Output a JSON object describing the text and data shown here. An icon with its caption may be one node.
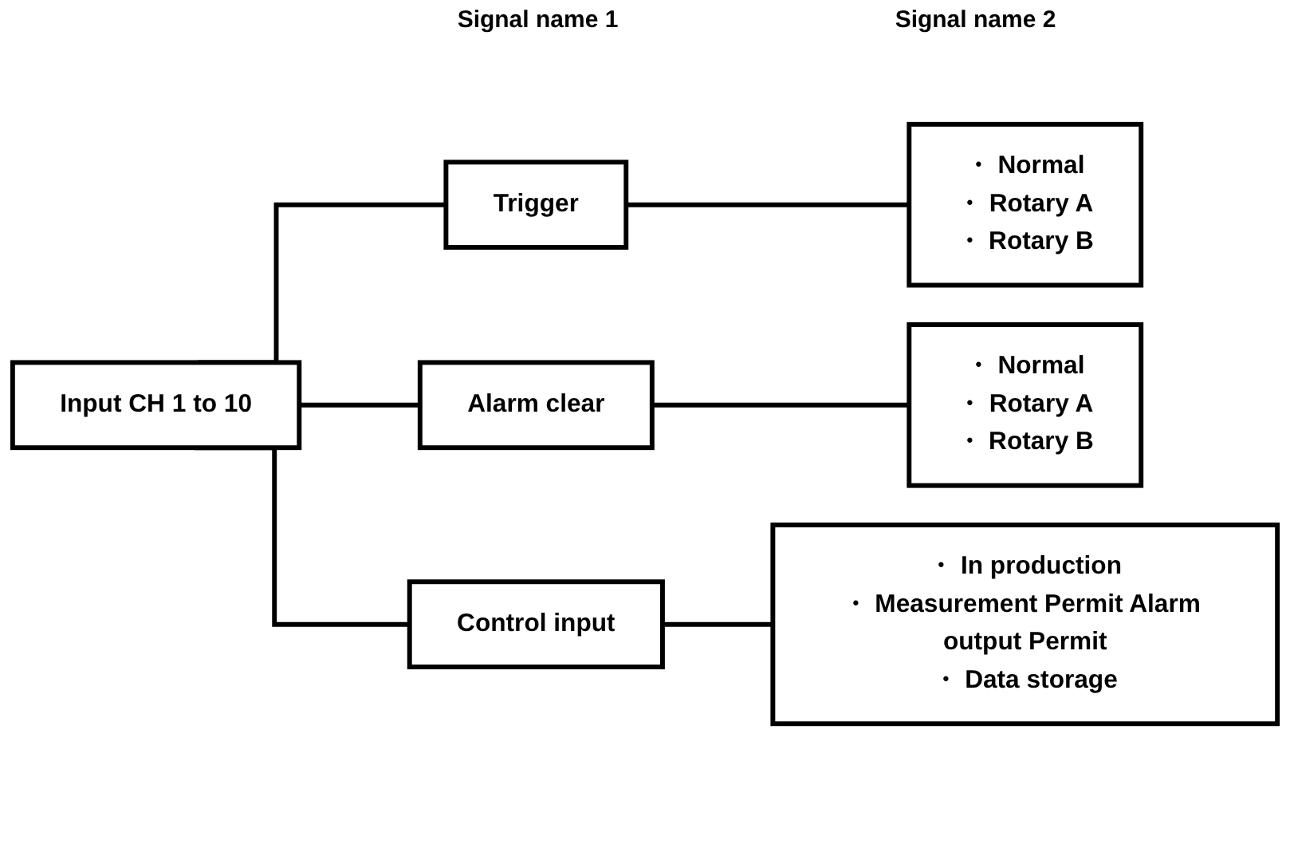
{
  "diagram": {
    "nodes": [
      {
        "text": [
          "Input CH 1 to 10"
        ]
      },
      {
        "text": [
          "Trigger"
        ]
      },
      {
        "text": [
          "Alarm clear"
        ]
      },
      {
        "text": [
          "Control input"
        ]
      },
      {
        "text": [
          "・ Normal",
          "・ Rotary A",
          "・ Rotary B"
        ]
      },
      {
        "text": [
          "・ Normal",
          "・ Rotary A",
          "・ Rotary B"
        ]
      },
      {
        "text": [
          "・ In production",
          "・ Measurement Permit Alarm output Permit",
          "・ Data storage"
        ]
      }
    ],
    "edges": [
      {
        "from": 0,
        "to": 1,
        "arrow": "none"
      },
      {
        "from": 0,
        "to": 2,
        "arrow": "none"
      },
      {
        "from": 0,
        "to": 3,
        "arrow": "none"
      },
      {
        "from": 1,
        "to": 4,
        "arrow": "none"
      },
      {
        "from": 2,
        "to": 5,
        "arrow": "none"
      },
      {
        "from": 3,
        "to": 6,
        "arrow": "none"
      }
    ],
    "labels": [
      "Signal name 2",
      "Signal name 1"
    ]
  }
}
